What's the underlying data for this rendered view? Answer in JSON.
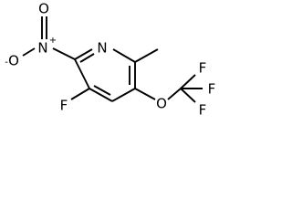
{
  "molecule": {
    "atoms": {
      "ring_nitrogen": "N",
      "nitro_nitrogen": "N",
      "nitro_oxygen_double": "O",
      "nitro_oxygen_minus": "O",
      "fluoro": "F",
      "ether_oxygen": "O",
      "cf3_fluorine_top": "F",
      "cf3_fluorine_right": "F",
      "cf3_fluorine_bottom": "F"
    },
    "charges": {
      "nitro_nitrogen": "+",
      "nitro_oxygen": "-"
    }
  }
}
